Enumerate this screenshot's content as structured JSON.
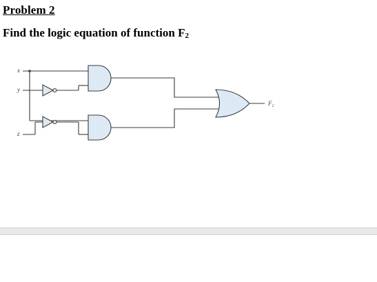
{
  "problem": {
    "heading": "Problem 2",
    "question_text": "Find the logic equation of function F",
    "question_subscript": "2"
  },
  "circuit": {
    "input_labels": [
      "x",
      "y",
      "z"
    ],
    "output_label": "F",
    "output_subscript": "2",
    "gates": [
      "not-y",
      "not-z",
      "and-1",
      "and-2",
      "or-output"
    ],
    "gate_fill_color": "#ddeaf6",
    "wire_color": "#3a3a3a"
  }
}
